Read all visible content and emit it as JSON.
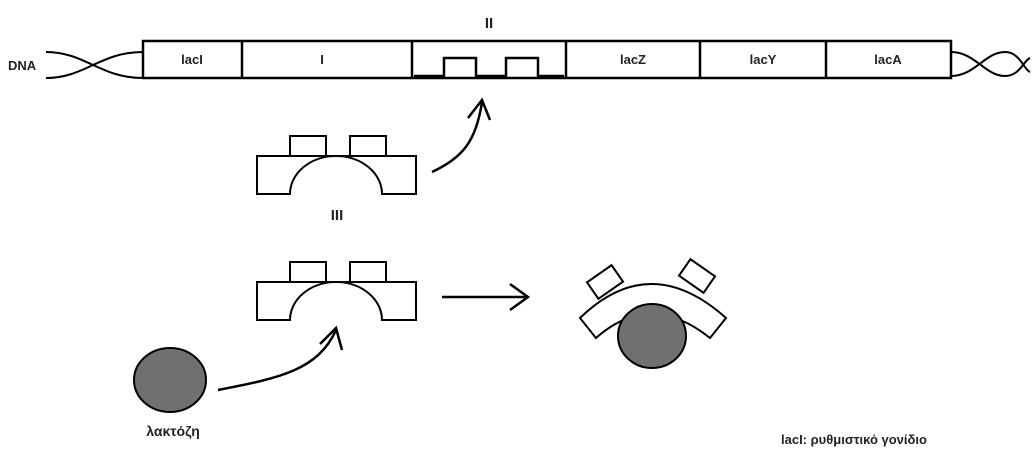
{
  "dna": {
    "label": "DNA",
    "segments": [
      "lacI",
      "I",
      "",
      "lacZ",
      "lacY",
      "lacA"
    ],
    "operator_label": "II"
  },
  "repressor_label": "III",
  "lactose_label": "λακτόζη",
  "legend": "lacI: ρυθμιστικό γονίδιο",
  "colors": {
    "line": "#000000",
    "lactose_fill": "#707070",
    "background": "#ffffff"
  }
}
